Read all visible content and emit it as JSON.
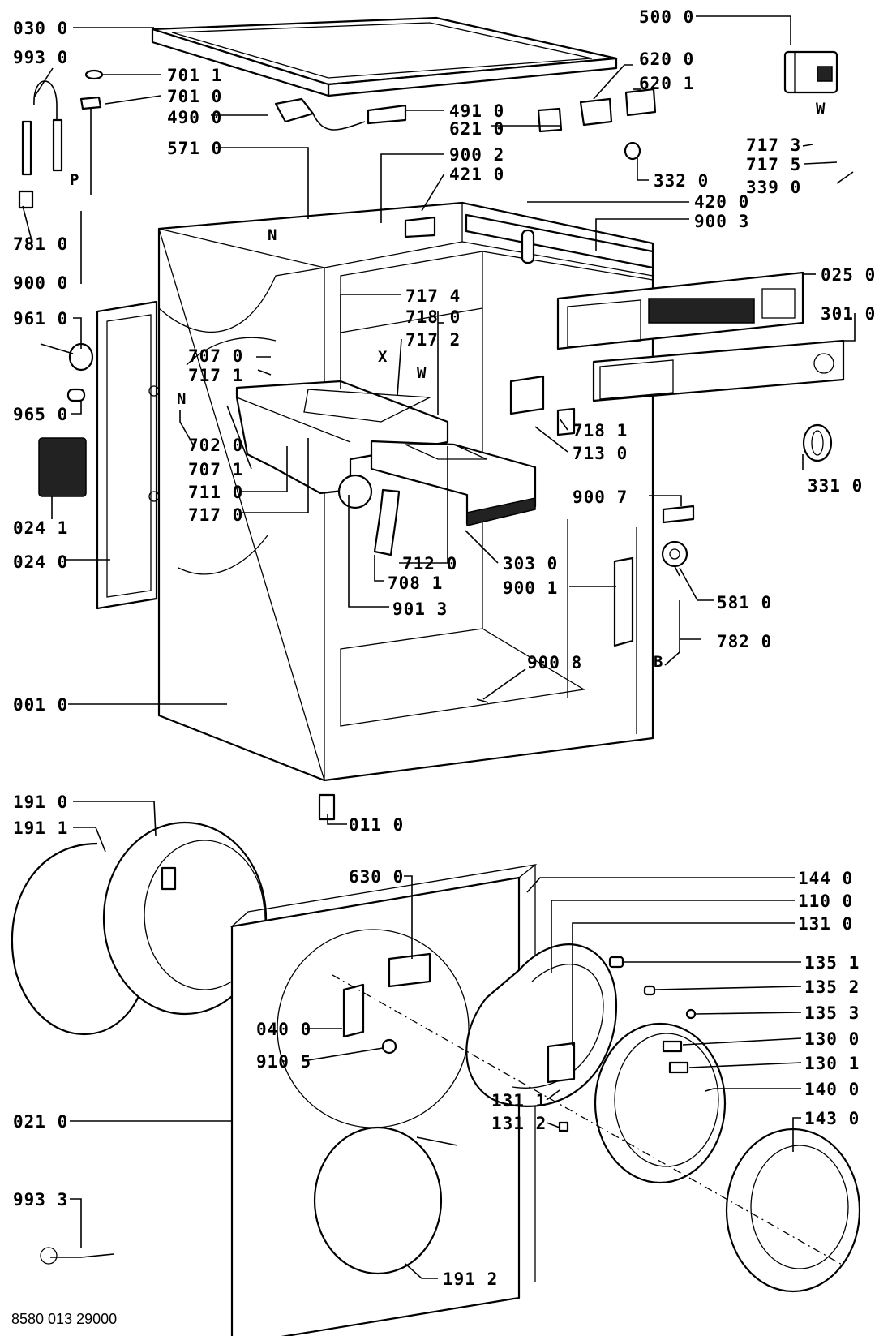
{
  "drawing_number": "8580 013 29000",
  "letter_marks": {
    "n_top": "N",
    "n_side": "N",
    "p": "P",
    "x": "X",
    "w_tray": "W",
    "w_program": "W",
    "b": "B"
  },
  "part_labels": {
    "p030_0": "030 0",
    "p993_0": "993 0",
    "p701_1": "701 1",
    "p701_0": "701 0",
    "p490_0": "490 0",
    "p491_0": "491 0",
    "p621_0": "621 0",
    "p620_0": "620 0",
    "p620_1": "620 1",
    "p500_0": "500 0",
    "p717_3": "717 3",
    "p717_5": "717 5",
    "p339_0": "339 0",
    "p571_0": "571 0",
    "p900_2": "900 2",
    "p421_0": "421 0",
    "p332_0": "332 0",
    "p420_0": "420 0",
    "p900_3": "900 3",
    "p781_0": "781 0",
    "p900_0": "900 0",
    "p025_0": "025 0",
    "p961_0": "961 0",
    "p717_4": "717 4",
    "p718_0": "718 0",
    "p717_2": "717 2",
    "p707_0": "707 0",
    "p717_1": "717 1",
    "p301_0": "301 0",
    "p965_0": "965 0",
    "p702_0": "702 0",
    "p707_1": "707 1",
    "p711_0": "711 0",
    "p717_0": "717 0",
    "p718_1": "718 1",
    "p713_0": "713 0",
    "p331_0": "331 0",
    "p900_7": "900 7",
    "p024_1": "024 1",
    "p024_0": "024 0",
    "p712_0": "712 0",
    "p708_1": "708 1",
    "p303_0": "303 0",
    "p900_1": "900 1",
    "p581_0": "581 0",
    "p901_3": "901 3",
    "p782_0": "782 0",
    "p900_8": "900 8",
    "p001_0": "001 0",
    "p011_0": "011 0",
    "p191_0": "191 0",
    "p191_1": "191 1",
    "p630_0": "630 0",
    "p144_0": "144 0",
    "p110_0": "110 0",
    "p131_0": "131 0",
    "p135_1": "135 1",
    "p135_2": "135 2",
    "p135_3": "135 3",
    "p040_0": "040 0",
    "p130_0": "130 0",
    "p910_5": "910 5",
    "p130_1": "130 1",
    "p140_0": "140 0",
    "p131_1": "131 1",
    "p131_2": "131 2",
    "p143_0": "143 0",
    "p021_0": "021 0",
    "p993_3": "993 3",
    "p191_2": "191 2"
  }
}
